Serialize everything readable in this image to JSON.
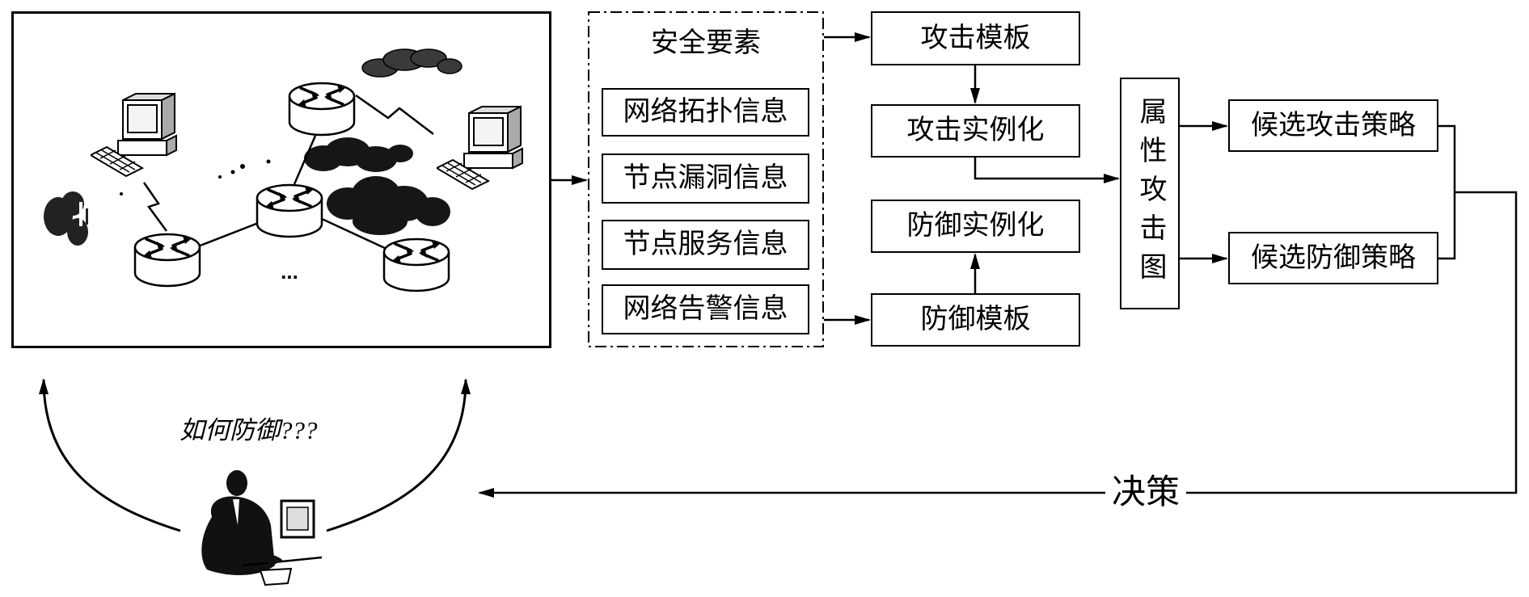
{
  "network": {
    "ellipsis": "..."
  },
  "question": "如何防御???",
  "security_elements": {
    "title": "安全要素",
    "items": [
      "网络拓扑信息",
      "节点漏洞信息",
      "节点服务信息",
      "网络告警信息"
    ]
  },
  "attack_template": "攻击模板",
  "attack_instantiation": "攻击实例化",
  "defense_instantiation": "防御实例化",
  "defense_template": "防御模板",
  "attribute_attack_graph": "属性攻击图",
  "candidate_attack_strategy": "候选攻击策略",
  "candidate_defense_strategy": "候选防御策略",
  "decision": "决策",
  "icons": [
    "router-icon",
    "computer-icon",
    "cloud-icon",
    "lightning-link-icon",
    "administrator-icon"
  ]
}
